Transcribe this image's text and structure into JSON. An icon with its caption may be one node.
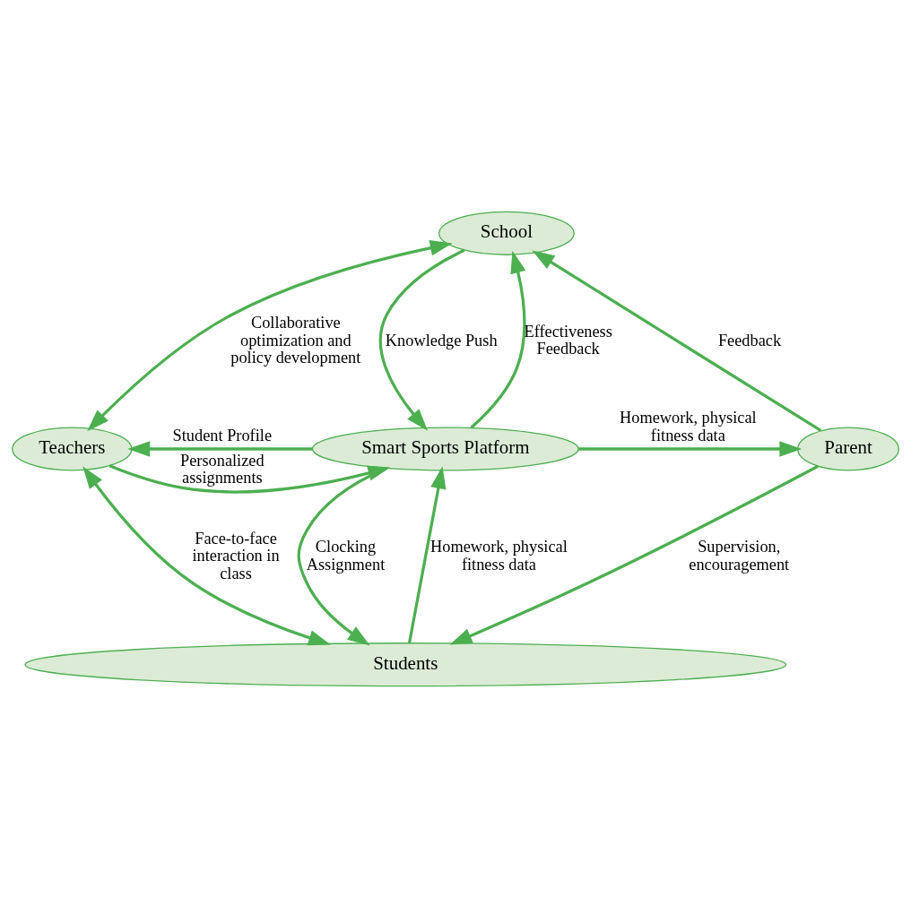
{
  "diagram": {
    "nodes": [
      {
        "text": [
          "School"
        ]
      },
      {
        "text": [
          "Teachers"
        ]
      },
      {
        "text": [
          "Smart Sports Platform"
        ]
      },
      {
        "text": [
          "Parent"
        ]
      },
      {
        "text": [
          "Students"
        ]
      }
    ],
    "edges": [
      {
        "from": 1,
        "to": 0,
        "arrow": "both",
        "label": "Collaborative optimization and policy development"
      },
      {
        "from": 3,
        "to": 0,
        "arrow": "to",
        "label": "Feedback"
      },
      {
        "from": 2,
        "to": 0,
        "arrow": "to",
        "label": "Effectiveness Feedback"
      },
      {
        "from": 0,
        "to": 2,
        "arrow": "to",
        "label": "Knowledge Push"
      },
      {
        "from": 2,
        "to": 1,
        "arrow": "to",
        "label": "Student Profile"
      },
      {
        "from": 1,
        "to": 2,
        "arrow": "to",
        "label": "Personalized assignments"
      },
      {
        "from": 2,
        "to": 3,
        "arrow": "to",
        "label": "Homework, physical fitness data"
      },
      {
        "from": 1,
        "to": 4,
        "arrow": "both",
        "label": "Face-to-face interaction in class"
      },
      {
        "from": 2,
        "to": 4,
        "arrow": "to",
        "label": "Clocking Assignment"
      },
      {
        "from": 4,
        "to": 2,
        "arrow": "to",
        "label": "Homework, physical fitness data"
      },
      {
        "from": 3,
        "to": 4,
        "arrow": "to",
        "label": "Supervision, encouragement"
      }
    ]
  }
}
